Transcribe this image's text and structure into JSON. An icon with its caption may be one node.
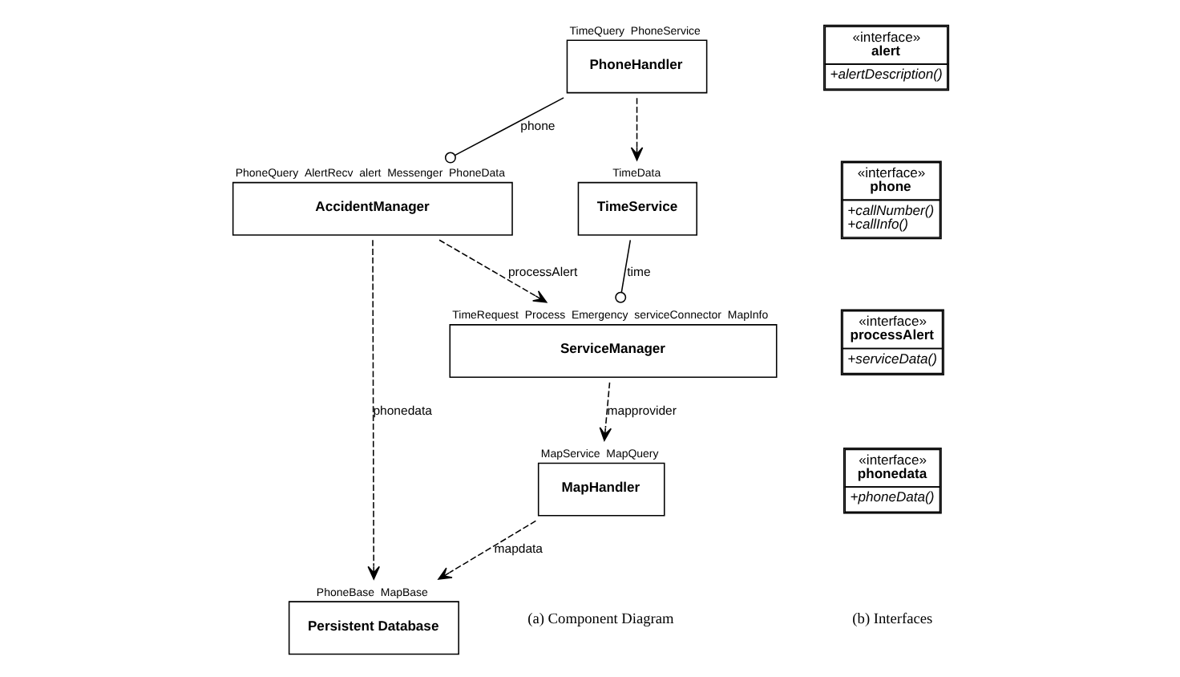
{
  "diagram": {
    "nodes": [
      {
        "text": [
          "PhoneHandler"
        ],
        "beside": [
          "TimeQuery",
          "PhoneService"
        ]
      },
      {
        "text": [
          "TimeService"
        ],
        "beside": [
          "TimeData"
        ]
      },
      {
        "text": [
          "AccidentManager"
        ],
        "beside": [
          "PhoneQuery",
          "AlertRecv",
          "alert",
          "Messenger",
          "PhoneData"
        ]
      },
      {
        "text": [
          "ServiceManager"
        ],
        "beside": [
          "TimeRequest",
          "Process",
          "Emergency",
          "serviceConnector",
          "MapInfo"
        ]
      },
      {
        "text": [
          "Persistent Database"
        ],
        "beside": [
          "PhoneBase",
          "MapBase"
        ]
      },
      {
        "text": [
          "MapHandler"
        ],
        "beside": [
          "MapService",
          "MapQuery"
        ]
      },
      {
        "text": [
          "«interface»",
          "alert",
          "+alertDescription()"
        ]
      },
      {
        "text": [
          "«interface»",
          "phone",
          "+callNumber()",
          "+callInfo()"
        ]
      },
      {
        "text": [
          "«interface»",
          "processAlert",
          "+serviceData()"
        ]
      },
      {
        "text": [
          "«interface»",
          "phonedata",
          "+phoneData()"
        ]
      }
    ],
    "edges": [
      {
        "from": 0,
        "to": 2,
        "arrow": "other",
        "label": "phone"
      },
      {
        "from": 0,
        "to": 1,
        "arrow": "to",
        "style": "dashed"
      },
      {
        "from": 1,
        "to": 3,
        "arrow": "other",
        "label": "time"
      },
      {
        "from": 2,
        "to": 3,
        "arrow": "to",
        "style": "dashed",
        "label": "processAlert"
      },
      {
        "from": 2,
        "to": 4,
        "arrow": "to",
        "style": "dashed",
        "label": "phonedata"
      },
      {
        "from": 3,
        "to": 5,
        "arrow": "to",
        "style": "dashed",
        "label": "mapprovider"
      },
      {
        "from": 5,
        "to": 4,
        "arrow": "to",
        "style": "dashed",
        "label": "mapdata"
      }
    ],
    "labels": [
      "(a) Component Diagram",
      "(b) Interfaces"
    ]
  }
}
